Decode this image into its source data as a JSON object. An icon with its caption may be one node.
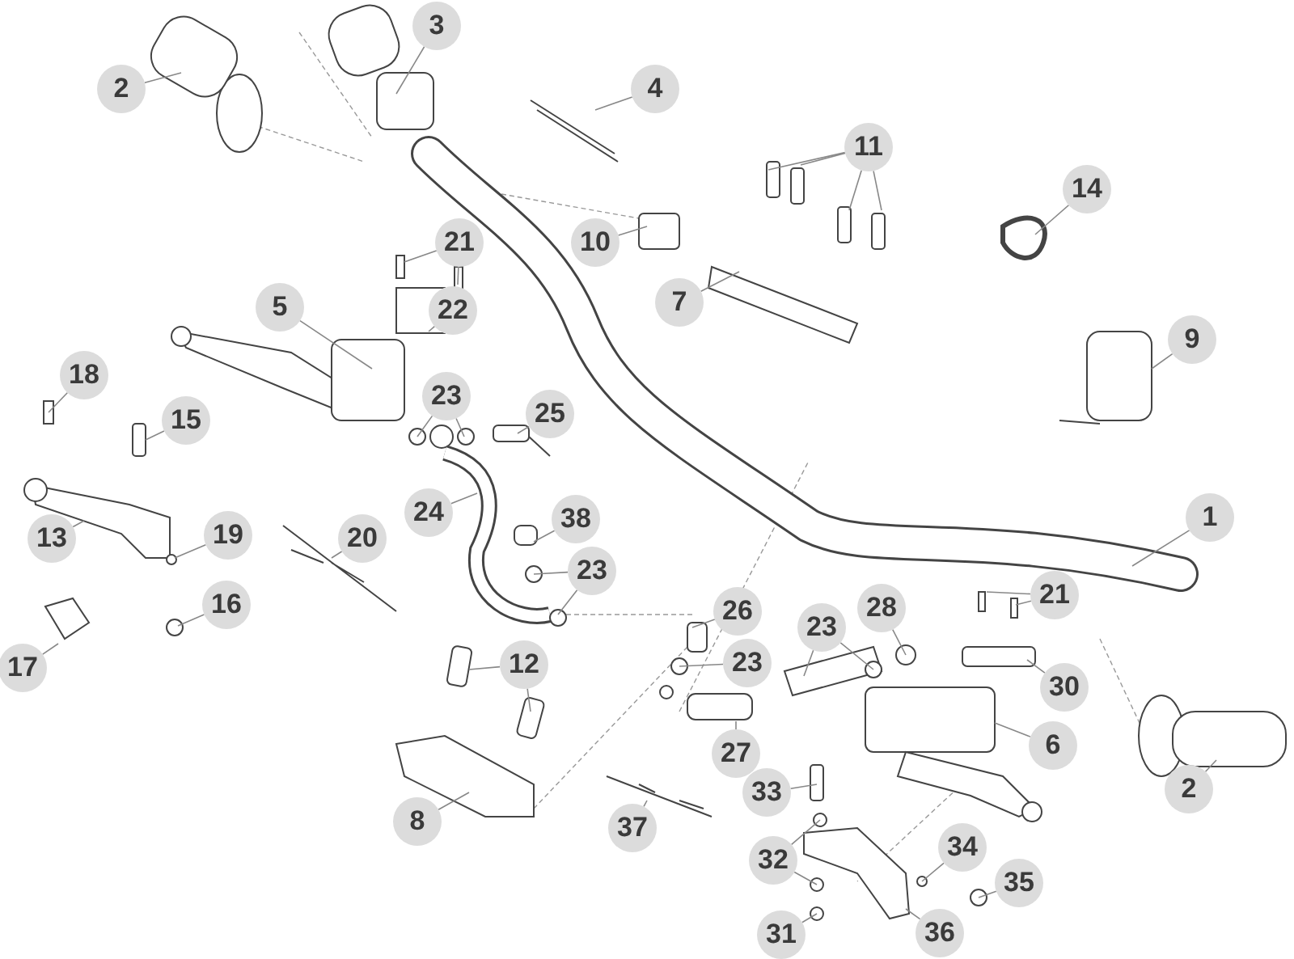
{
  "diagram": {
    "nodes": [
      {
        "text": [
          "3"
        ]
      },
      {
        "text": [
          "2"
        ]
      },
      {
        "text": [
          "4"
        ]
      },
      {
        "text": [
          "11"
        ]
      },
      {
        "text": [
          "14"
        ]
      },
      {
        "text": [
          "10"
        ]
      },
      {
        "text": [
          "21"
        ]
      },
      {
        "text": [
          "22"
        ]
      },
      {
        "text": [
          "5"
        ]
      },
      {
        "text": [
          "7"
        ]
      },
      {
        "text": [
          "9"
        ]
      },
      {
        "text": [
          "18"
        ]
      },
      {
        "text": [
          "15"
        ]
      },
      {
        "text": [
          "23"
        ]
      },
      {
        "text": [
          "25"
        ]
      },
      {
        "text": [
          "1"
        ]
      },
      {
        "text": [
          "13"
        ]
      },
      {
        "text": [
          "19"
        ]
      },
      {
        "text": [
          "20"
        ]
      },
      {
        "text": [
          "24"
        ]
      },
      {
        "text": [
          "38"
        ]
      },
      {
        "text": [
          "23"
        ]
      },
      {
        "text": [
          "21"
        ]
      },
      {
        "text": [
          "16"
        ]
      },
      {
        "text": [
          "26"
        ]
      },
      {
        "text": [
          "28"
        ]
      },
      {
        "text": [
          "23"
        ]
      },
      {
        "text": [
          "12"
        ]
      },
      {
        "text": [
          "17"
        ]
      },
      {
        "text": [
          "23"
        ]
      },
      {
        "text": [
          "30"
        ]
      },
      {
        "text": [
          "27"
        ]
      },
      {
        "text": [
          "6"
        ]
      },
      {
        "text": [
          "2"
        ]
      },
      {
        "text": [
          "33"
        ]
      },
      {
        "text": [
          "8"
        ]
      },
      {
        "text": [
          "37"
        ]
      },
      {
        "text": [
          "32"
        ]
      },
      {
        "text": [
          "34"
        ]
      },
      {
        "text": [
          "35"
        ]
      },
      {
        "text": [
          "36"
        ]
      },
      {
        "text": [
          "31"
        ]
      }
    ],
    "edges": [
      {
        "from": 0,
        "to": null,
        "arrow": "none"
      },
      {
        "from": 1,
        "to": null,
        "arrow": "none"
      },
      {
        "from": 2,
        "to": null,
        "arrow": "none"
      },
      {
        "from": 3,
        "to": null,
        "arrow": "none"
      },
      {
        "from": 3,
        "to": null,
        "arrow": "none"
      },
      {
        "from": 3,
        "to": null,
        "arrow": "none"
      },
      {
        "from": 3,
        "to": null,
        "arrow": "none"
      },
      {
        "from": 4,
        "to": null,
        "arrow": "none"
      },
      {
        "from": 5,
        "to": null,
        "arrow": "none"
      },
      {
        "from": 6,
        "to": null,
        "arrow": "none"
      },
      {
        "from": 6,
        "to": null,
        "arrow": "none"
      },
      {
        "from": 7,
        "to": null,
        "arrow": "none"
      },
      {
        "from": 8,
        "to": null,
        "arrow": "none"
      },
      {
        "from": 9,
        "to": null,
        "arrow": "none"
      },
      {
        "from": 10,
        "to": null,
        "arrow": "none"
      },
      {
        "from": 11,
        "to": null,
        "arrow": "none"
      },
      {
        "from": 12,
        "to": null,
        "arrow": "none"
      },
      {
        "from": 13,
        "to": null,
        "arrow": "none"
      },
      {
        "from": 13,
        "to": null,
        "arrow": "none"
      },
      {
        "from": 14,
        "to": null,
        "arrow": "none"
      },
      {
        "from": 15,
        "to": null,
        "arrow": "none"
      },
      {
        "from": 16,
        "to": null,
        "arrow": "none"
      },
      {
        "from": 17,
        "to": null,
        "arrow": "none"
      },
      {
        "from": 18,
        "to": null,
        "arrow": "none"
      },
      {
        "from": 19,
        "to": null,
        "arrow": "none"
      },
      {
        "from": 20,
        "to": null,
        "arrow": "none"
      },
      {
        "from": 21,
        "to": null,
        "arrow": "none"
      },
      {
        "from": 21,
        "to": null,
        "arrow": "none"
      },
      {
        "from": 22,
        "to": null,
        "arrow": "none"
      },
      {
        "from": 22,
        "to": null,
        "arrow": "none"
      },
      {
        "from": 23,
        "to": null,
        "arrow": "none"
      },
      {
        "from": 24,
        "to": null,
        "arrow": "none"
      },
      {
        "from": 25,
        "to": null,
        "arrow": "none"
      },
      {
        "from": 26,
        "to": null,
        "arrow": "none"
      },
      {
        "from": 26,
        "to": null,
        "arrow": "none"
      },
      {
        "from": 27,
        "to": null,
        "arrow": "none"
      },
      {
        "from": 27,
        "to": null,
        "arrow": "none"
      },
      {
        "from": 28,
        "to": null,
        "arrow": "none"
      },
      {
        "from": 29,
        "to": null,
        "arrow": "none"
      },
      {
        "from": 30,
        "to": null,
        "arrow": "none"
      },
      {
        "from": 31,
        "to": null,
        "arrow": "none"
      },
      {
        "from": 32,
        "to": null,
        "arrow": "none"
      },
      {
        "from": 33,
        "to": null,
        "arrow": "none"
      },
      {
        "from": 34,
        "to": null,
        "arrow": "none"
      },
      {
        "from": 35,
        "to": null,
        "arrow": "none"
      },
      {
        "from": 36,
        "to": null,
        "arrow": "none"
      },
      {
        "from": 37,
        "to": null,
        "arrow": "none"
      },
      {
        "from": 37,
        "to": null,
        "arrow": "none"
      },
      {
        "from": 38,
        "to": null,
        "arrow": "none"
      },
      {
        "from": 39,
        "to": null,
        "arrow": "none"
      },
      {
        "from": 40,
        "to": null,
        "arrow": "none"
      },
      {
        "from": 41,
        "to": null,
        "arrow": "none"
      }
    ]
  }
}
